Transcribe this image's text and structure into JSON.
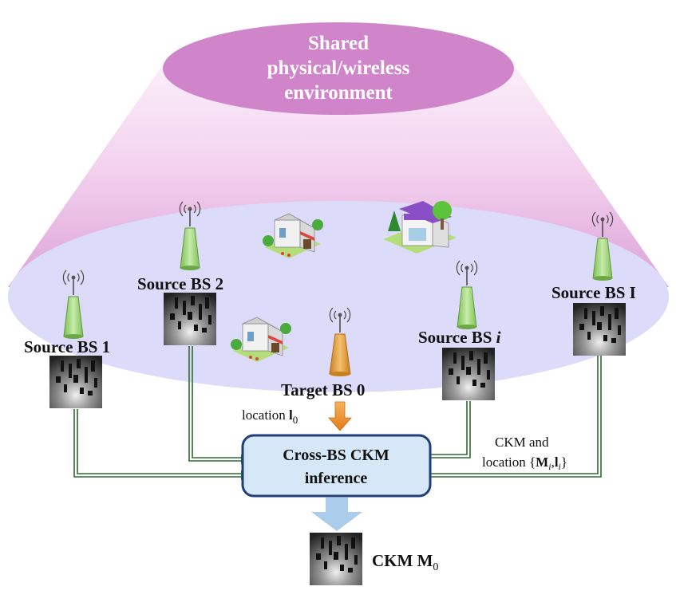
{
  "environment": {
    "line1": "Shared",
    "line2": "physical/wireless",
    "line3": "environment"
  },
  "bs": {
    "source1": "Source BS 1",
    "source2": "Source BS 2",
    "sourcei": "Source BS",
    "sourcei_sym": "i",
    "sourceI": "Source BS I",
    "target": "Target BS 0"
  },
  "target_location": {
    "prefix": "location ",
    "sym": "l",
    "sub": "0"
  },
  "inference": {
    "line1": "Cross-BS CKM",
    "line2": "inference"
  },
  "ckm_location": {
    "line1": "CKM and",
    "line2_prefix": "location {",
    "m": "M",
    "sub_i": "i",
    "comma": ",",
    "l": "l",
    "sub_i2": "i",
    "close": "}"
  },
  "output": {
    "prefix": "CKM ",
    "m": "M",
    "sub": "0"
  },
  "colors": {
    "ellipse_top": "#d085cb",
    "ellipse_bottom": "#dcdcfa",
    "box_fill": "#d6e8f8",
    "box_stroke": "#1f3f7a",
    "arrow_green": "#2f6b2f",
    "tower_green": "#a6d97a",
    "tower_orange": "#e9a23b",
    "output_arrow": "#a9cdea"
  }
}
